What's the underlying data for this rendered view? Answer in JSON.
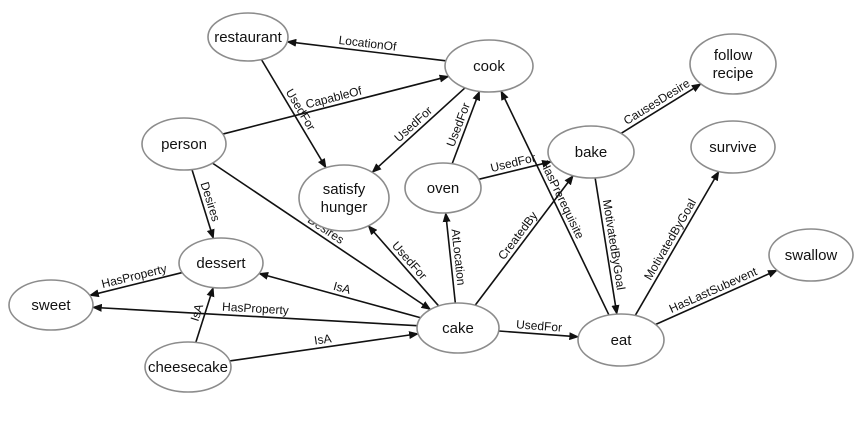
{
  "nodes": [
    {
      "id": "restaurant",
      "lines": [
        "restaurant"
      ]
    },
    {
      "id": "cook",
      "lines": [
        "cook"
      ]
    },
    {
      "id": "follow_recipe",
      "lines": [
        "follow",
        "recipe"
      ]
    },
    {
      "id": "person",
      "lines": [
        "person"
      ]
    },
    {
      "id": "satisfy_hunger",
      "lines": [
        "satisfy",
        "hunger"
      ]
    },
    {
      "id": "oven",
      "lines": [
        "oven"
      ]
    },
    {
      "id": "bake",
      "lines": [
        "bake"
      ]
    },
    {
      "id": "survive",
      "lines": [
        "survive"
      ]
    },
    {
      "id": "dessert",
      "lines": [
        "dessert"
      ]
    },
    {
      "id": "swallow",
      "lines": [
        "swallow"
      ]
    },
    {
      "id": "sweet",
      "lines": [
        "sweet"
      ]
    },
    {
      "id": "cake",
      "lines": [
        "cake"
      ]
    },
    {
      "id": "eat",
      "lines": [
        "eat"
      ]
    },
    {
      "id": "cheesecake",
      "lines": [
        "cheesecake"
      ]
    }
  ],
  "edges": [
    {
      "from": "cook",
      "to": "restaurant",
      "label": "LocationOf"
    },
    {
      "from": "restaurant",
      "to": "satisfy_hunger",
      "label": "UsedFor"
    },
    {
      "from": "person",
      "to": "cook",
      "label": "CapableOf"
    },
    {
      "from": "cook",
      "to": "satisfy_hunger",
      "label": "UsedFor"
    },
    {
      "from": "oven",
      "to": "cook",
      "label": "UsedFor"
    },
    {
      "from": "oven",
      "to": "bake",
      "label": "UsedFor"
    },
    {
      "from": "bake",
      "to": "follow_recipe",
      "label": "CausesDesire"
    },
    {
      "from": "person",
      "to": "dessert",
      "label": "Desires"
    },
    {
      "from": "person",
      "to": "cake",
      "label": "Desires"
    },
    {
      "from": "cake",
      "to": "satisfy_hunger",
      "label": "UsedFor"
    },
    {
      "from": "cake",
      "to": "oven",
      "label": "AtLocation"
    },
    {
      "from": "cake",
      "to": "bake",
      "label": "CreatedBy"
    },
    {
      "from": "eat",
      "to": "cook",
      "label": "HasPrerequisite"
    },
    {
      "from": "bake",
      "to": "eat",
      "label": "MotivatedByGoal"
    },
    {
      "from": "eat",
      "to": "survive",
      "label": "MotivatedByGoal"
    },
    {
      "from": "eat",
      "to": "swallow",
      "label": "HasLastSubevent"
    },
    {
      "from": "dessert",
      "to": "sweet",
      "label": "HasProperty"
    },
    {
      "from": "cheesecake",
      "to": "dessert",
      "label": "IsA"
    },
    {
      "from": "cake",
      "to": "dessert",
      "label": "IsA"
    },
    {
      "from": "cake",
      "to": "sweet",
      "label": "HasProperty"
    },
    {
      "from": "cheesecake",
      "to": "cake",
      "label": "IsA"
    },
    {
      "from": "cake",
      "to": "eat",
      "label": "UsedFor"
    }
  ]
}
